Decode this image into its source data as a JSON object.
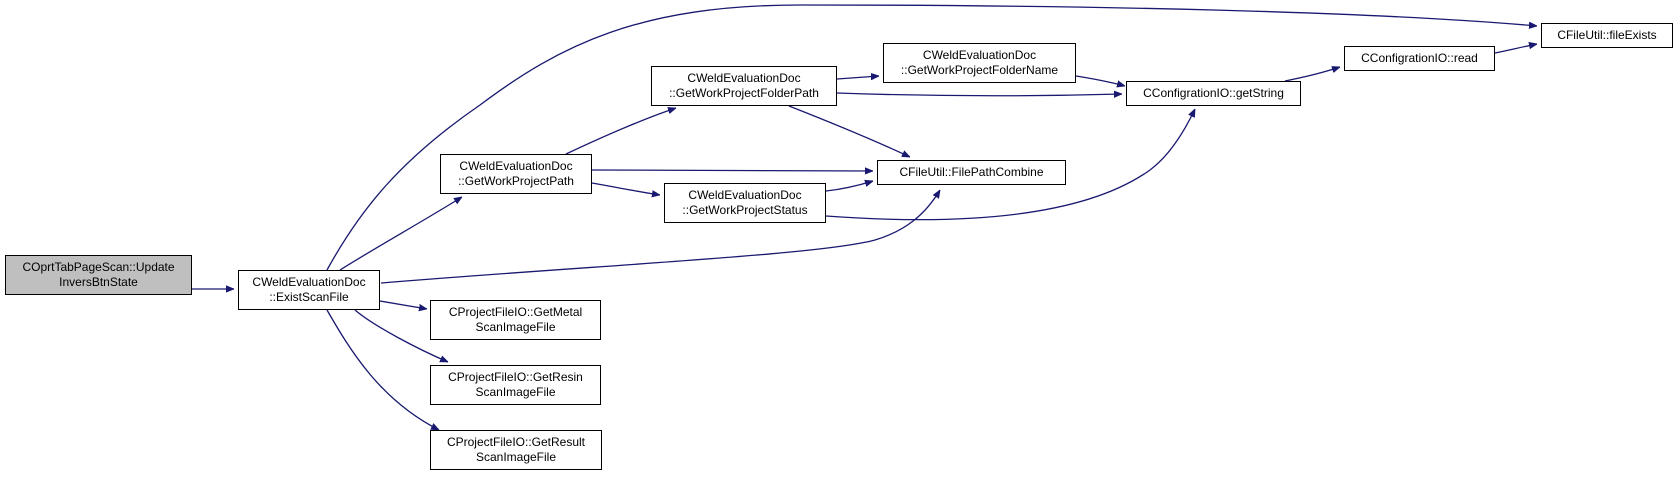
{
  "graph": {
    "type": "call-graph",
    "edge_color": "#191970",
    "root_fill": "#bfbfbf",
    "nodes": [
      {
        "id": "n1",
        "lines": [
          "COprtTabPageScan::Update",
          "InversBtnState"
        ]
      },
      {
        "id": "n2",
        "lines": [
          "CWeldEvaluationDoc",
          "::ExistScanFile"
        ]
      },
      {
        "id": "n3",
        "lines": [
          "CWeldEvaluationDoc",
          "::GetWorkProjectPath"
        ]
      },
      {
        "id": "n4",
        "lines": [
          "CWeldEvaluationDoc",
          "::GetWorkProjectFolderPath"
        ]
      },
      {
        "id": "n5",
        "lines": [
          "CWeldEvaluationDoc",
          "::GetWorkProjectFolderName"
        ]
      },
      {
        "id": "n6",
        "lines": [
          "CWeldEvaluationDoc",
          "::GetWorkProjectStatus"
        ]
      },
      {
        "id": "n7",
        "lines": [
          "CFileUtil::FilePathCombine"
        ]
      },
      {
        "id": "n8",
        "lines": [
          "CConfigrationIO::getString"
        ]
      },
      {
        "id": "n9",
        "lines": [
          "CConfigrationIO::read"
        ]
      },
      {
        "id": "n10",
        "lines": [
          "CFileUtil::fileExists"
        ]
      },
      {
        "id": "n11",
        "lines": [
          "CProjectFileIO::GetMetal",
          "ScanImageFile"
        ]
      },
      {
        "id": "n12",
        "lines": [
          "CProjectFileIO::GetResin",
          "ScanImageFile"
        ]
      },
      {
        "id": "n13",
        "lines": [
          "CProjectFileIO::GetResult",
          "ScanImageFile"
        ]
      }
    ],
    "edges": [
      [
        "n1",
        "n2"
      ],
      [
        "n2",
        "n3"
      ],
      [
        "n2",
        "n7"
      ],
      [
        "n2",
        "n10"
      ],
      [
        "n2",
        "n11"
      ],
      [
        "n2",
        "n12"
      ],
      [
        "n2",
        "n13"
      ],
      [
        "n3",
        "n4"
      ],
      [
        "n3",
        "n7"
      ],
      [
        "n3",
        "n6"
      ],
      [
        "n4",
        "n5"
      ],
      [
        "n4",
        "n8"
      ],
      [
        "n4",
        "n7"
      ],
      [
        "n5",
        "n8"
      ],
      [
        "n6",
        "n7"
      ],
      [
        "n6",
        "n8"
      ],
      [
        "n8",
        "n9"
      ],
      [
        "n9",
        "n10"
      ]
    ]
  }
}
